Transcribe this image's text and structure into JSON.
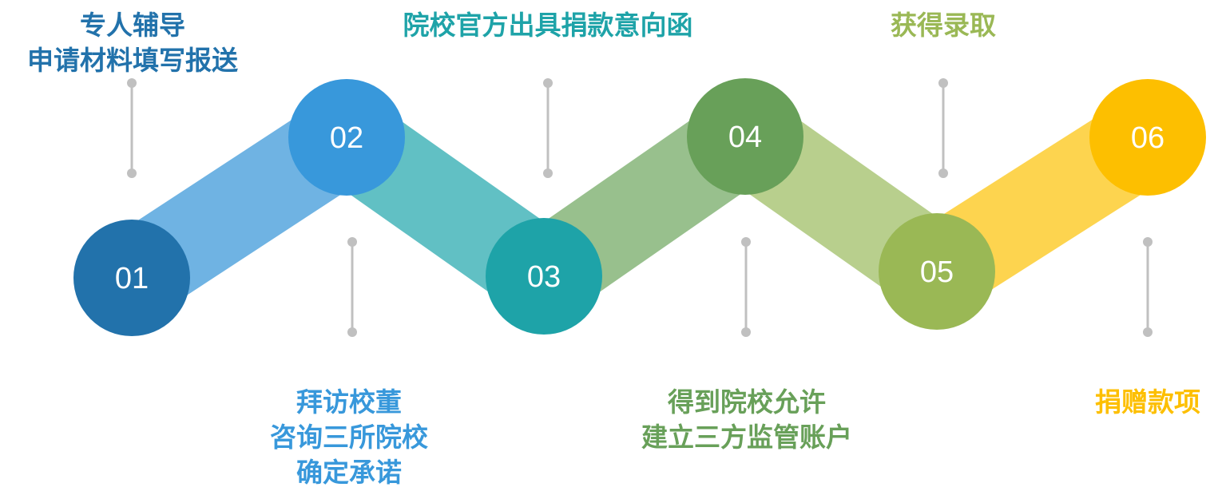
{
  "steps": [
    {
      "number": "01",
      "color": "#2272ab",
      "band_color": "#6fb3e3",
      "label_lines": [
        "专人辅导",
        "申请材料填写报送"
      ]
    },
    {
      "number": "02",
      "color": "#3898db",
      "band_color": "#61c0c4",
      "label_lines": [
        "拜访校董",
        "咨询三所院校",
        "确定承诺"
      ]
    },
    {
      "number": "03",
      "color": "#1ea3a8",
      "band_color": "#98c08d",
      "label_lines": [
        "院校官方出具捐款意向函"
      ]
    },
    {
      "number": "04",
      "color": "#68a059",
      "band_color": "#b8cf8d",
      "label_lines": [
        "得到院校允许",
        "建立三方监管账户"
      ]
    },
    {
      "number": "05",
      "color": "#9ab855",
      "band_color": "#fdd44f",
      "label_lines": [
        "获得录取"
      ]
    },
    {
      "number": "06",
      "color": "#fdbf00",
      "label_lines": [
        "捐赠款项"
      ]
    }
  ],
  "connector_color": "#c0c0c0"
}
